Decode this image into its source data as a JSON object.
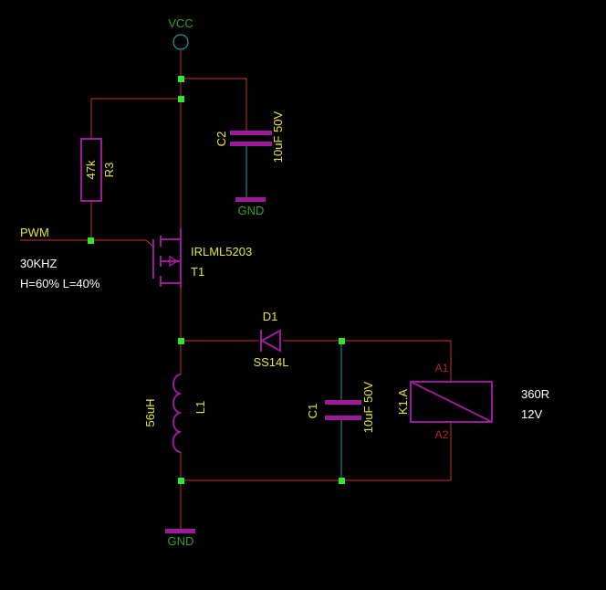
{
  "colors": {
    "background": "#000000",
    "wire": "#c83232",
    "junction": "#32e632",
    "part": "#9b1b9b",
    "part_text": "#e6e632",
    "net_text": "#32a032",
    "pin_text": "#b42828",
    "teal": "#1f9a9a"
  },
  "nets": {
    "vcc": "VCC",
    "gnd_top": "GND",
    "gnd_bottom": "GND",
    "pwm": "PWM"
  },
  "notes": {
    "freq": "30KHZ",
    "duty": "H=60% L=40%"
  },
  "components": {
    "c2": {
      "ref": "C2",
      "value": "10uF 50V"
    },
    "r3": {
      "ref": "R3",
      "value": "47k"
    },
    "t1": {
      "ref": "T1",
      "value": "IRLML5203"
    },
    "d1": {
      "ref": "D1",
      "value": "SS14L"
    },
    "l1": {
      "ref": "L1",
      "value": "56uH"
    },
    "c1": {
      "ref": "C1",
      "value": "10uF 50V"
    },
    "k1": {
      "ref": "K1.A",
      "value": "360R",
      "voltage": "12V",
      "pin_a1": "A1",
      "pin_a2": "A2"
    }
  }
}
